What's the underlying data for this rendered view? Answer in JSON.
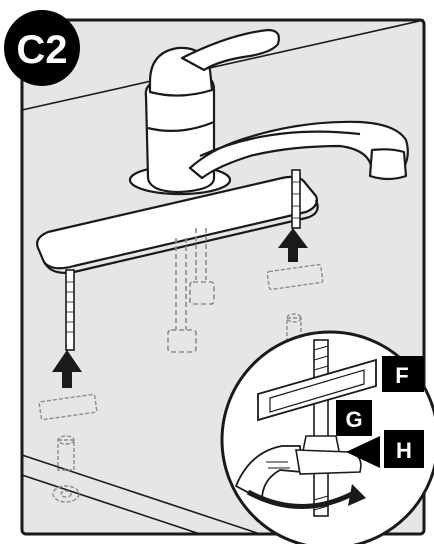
{
  "step": {
    "label": "C2"
  },
  "callouts": [
    {
      "id": "F",
      "label": "F"
    },
    {
      "id": "G",
      "label": "G"
    },
    {
      "id": "H",
      "label": "H"
    }
  ],
  "colors": {
    "panel_bg": "#e6e6e6",
    "line": "#1a1a1a",
    "dashed_part": "#8c8c8c",
    "badge": "#000000",
    "badge_text": "#ffffff"
  },
  "icons": [
    "up-arrow-icon",
    "rotate-arrow-icon"
  ]
}
